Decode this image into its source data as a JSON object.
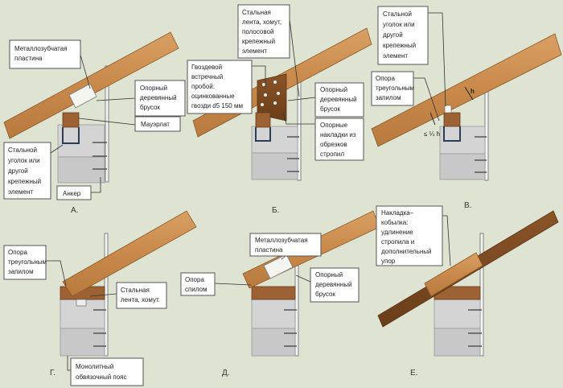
{
  "colors": {
    "background": "#dfe3d2",
    "wood": "#c8894a",
    "dark_wood": "#7a4a22",
    "concrete": "#d4d4d4"
  },
  "panels": {
    "a": {
      "caption": "А.",
      "labels": {
        "plate": [
          "Металлозубчатая",
          "пластина"
        ],
        "bar": [
          "Опорный",
          "деревянный",
          "брусок"
        ],
        "mauerlat": [
          "Мауэрлат"
        ],
        "angle": [
          "Стальной",
          "уголок  или",
          "другой",
          "крепежный",
          "элемент"
        ],
        "anchor": [
          "Анкер"
        ]
      }
    },
    "b": {
      "caption": "Б.",
      "labels": {
        "strap": [
          "Стальная",
          "лента, хомут,",
          "полосовой",
          "крепежный",
          "элемент"
        ],
        "nails": [
          "Гвоздевой",
          "встречный",
          "пробой:",
          "оцинкованные",
          "гвозди d5 150 мм"
        ],
        "bar": [
          "Опорный",
          "деревянный",
          "брусок"
        ],
        "pads": [
          "Опорные",
          "накладки из",
          "обрезков",
          "стропил"
        ]
      }
    },
    "v": {
      "caption": "В.",
      "labels": {
        "angle": [
          "Стальной",
          "уголок  или",
          "другой",
          "крепежный",
          "элемент"
        ],
        "support": [
          "Опора",
          "треугольным",
          "запилом"
        ]
      },
      "dim_h": "h",
      "dim_quarter": "≤ ¼ h"
    },
    "g": {
      "caption": "Г.",
      "labels": {
        "support": [
          "Опора",
          "треугольным",
          "запилом"
        ],
        "strap": [
          "Стальная",
          "лента, хомут."
        ],
        "belt": [
          "Монолитный",
          "обвязочный пояс"
        ]
      }
    },
    "d": {
      "caption": "Д.",
      "labels": {
        "plate": [
          "Металлозубчатая",
          "пластина"
        ],
        "support": [
          "Опора",
          "спилом"
        ],
        "bar": [
          "Опорный",
          "деревянный",
          "брусок"
        ]
      }
    },
    "e": {
      "caption": "Е.",
      "labels": {
        "overlay": [
          "Накладка–",
          "кобылка:",
          "удлинение",
          "стропила  и",
          "дополнительный",
          "упор"
        ]
      }
    }
  }
}
